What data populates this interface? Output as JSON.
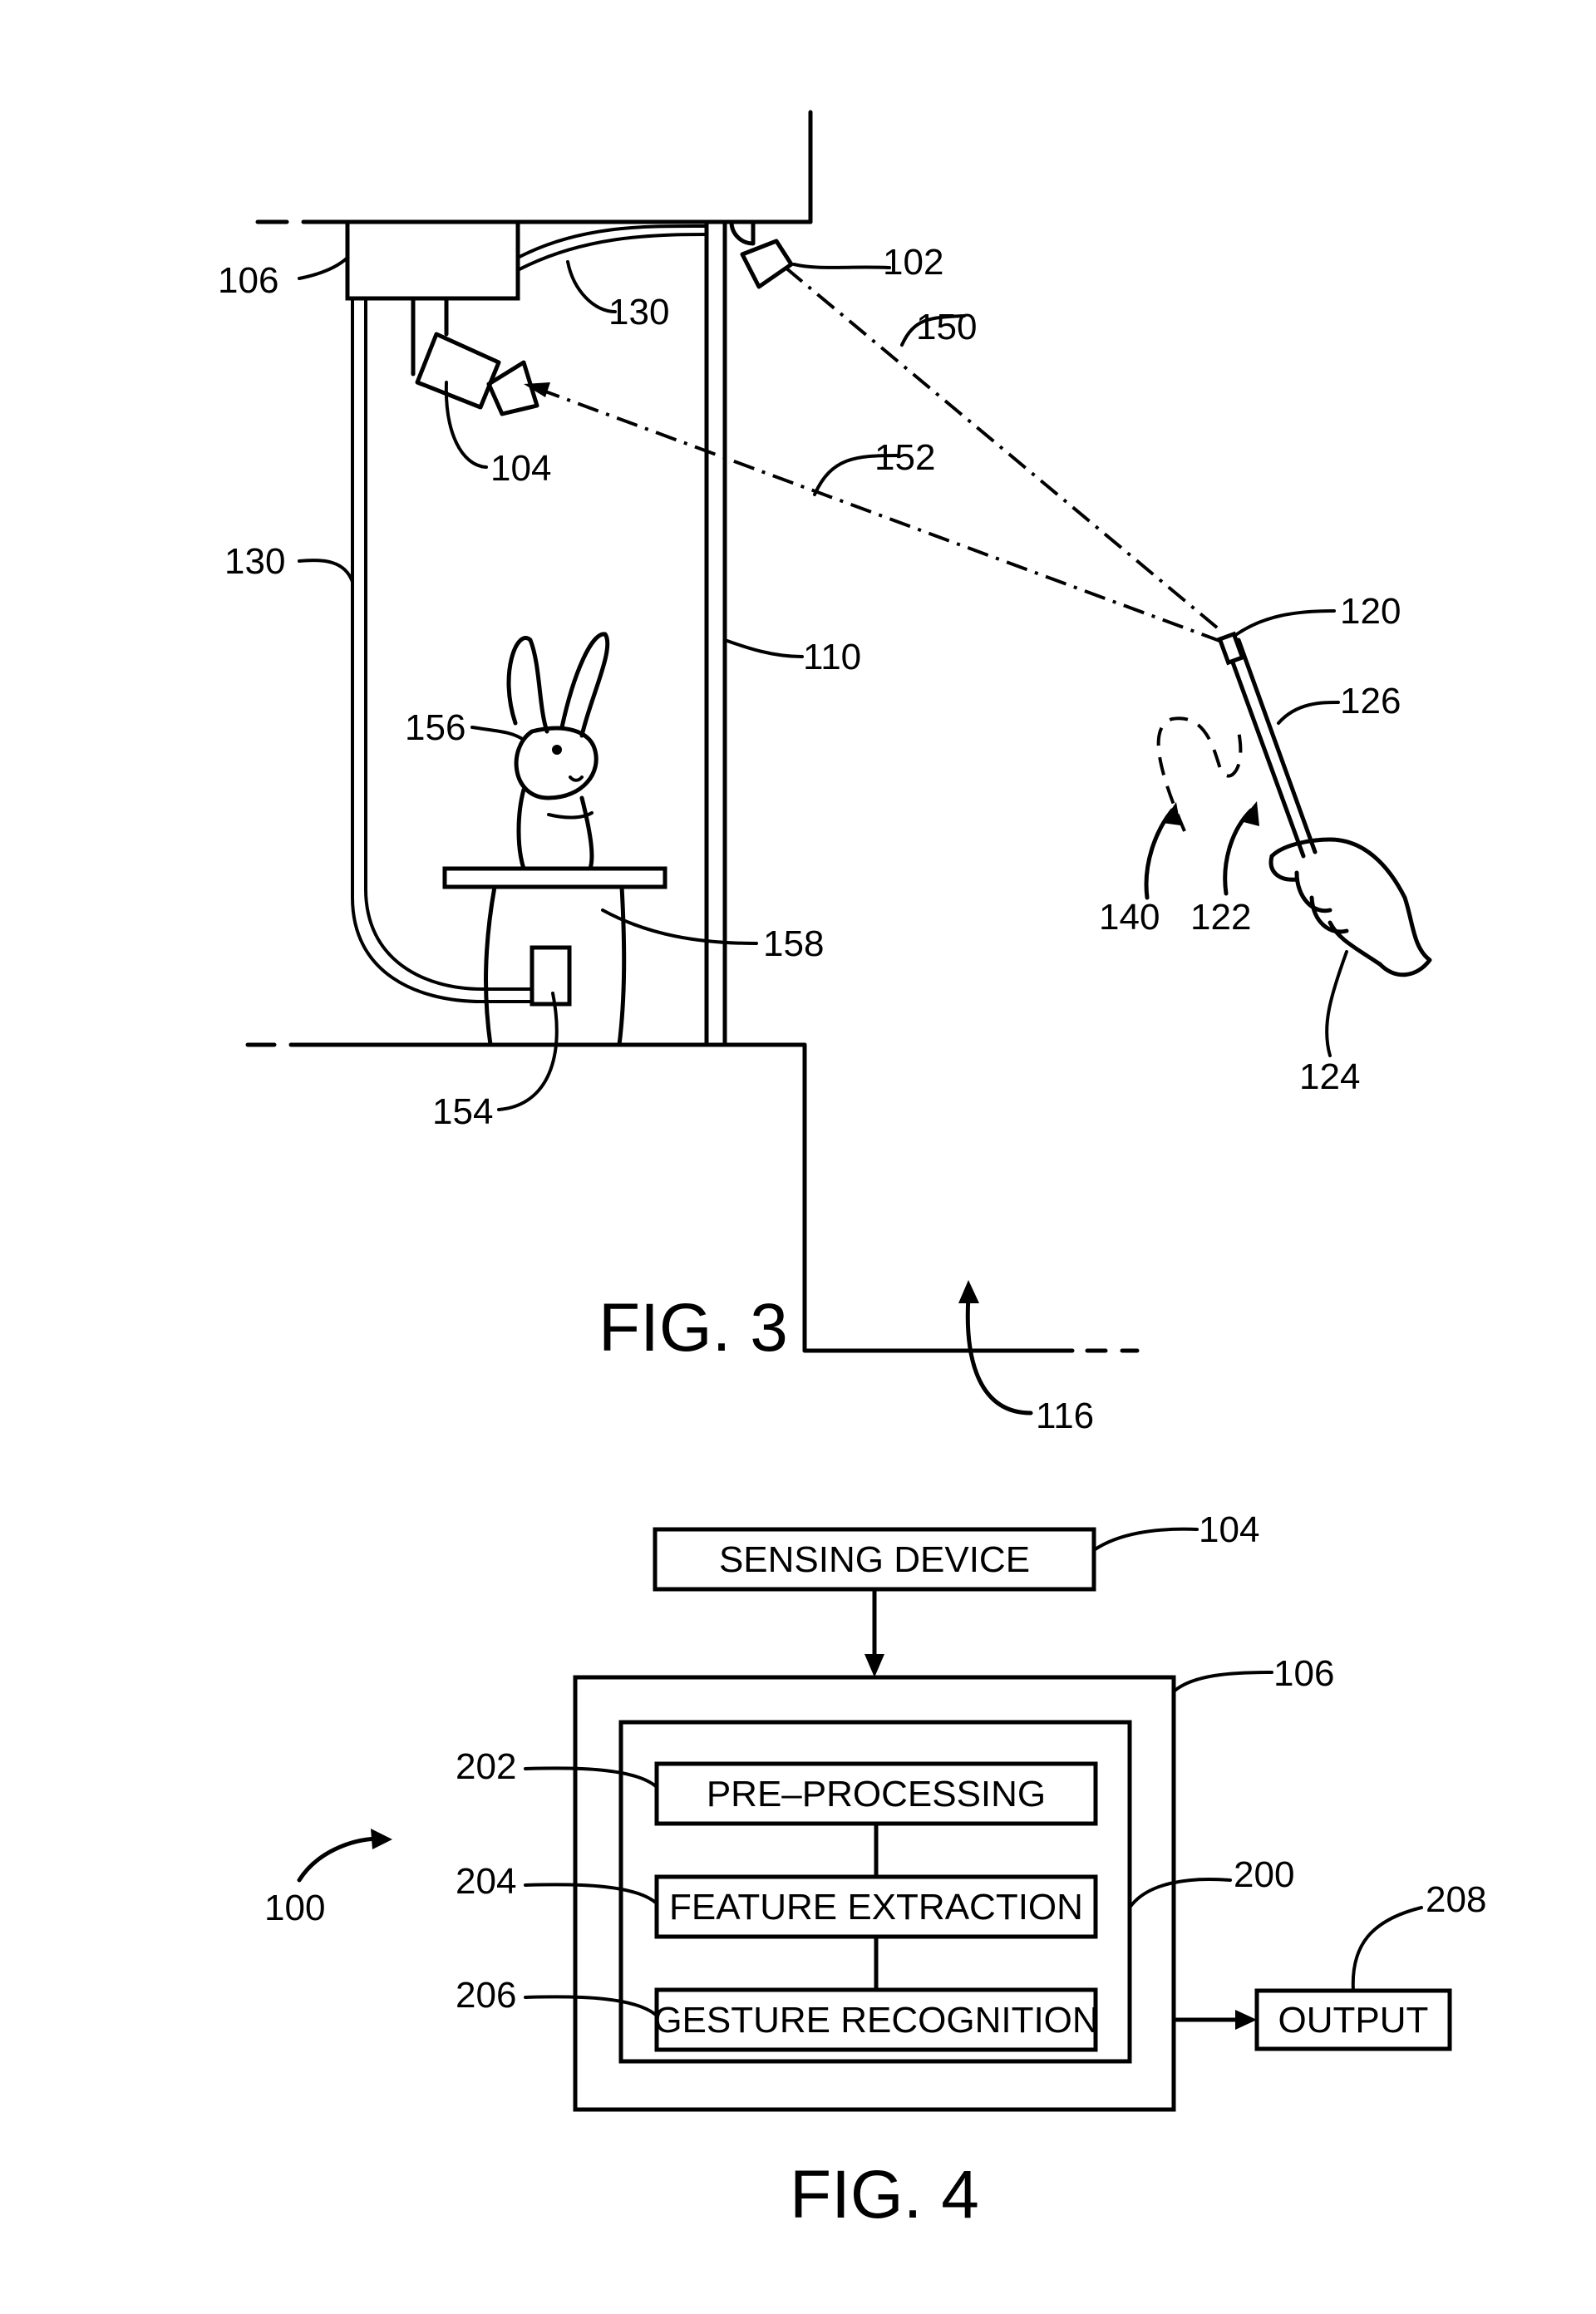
{
  "fig3": {
    "caption": "FIG. 3",
    "refs": {
      "r102": "102",
      "r104": "104",
      "r106": "106",
      "r110": "110",
      "r116": "116",
      "r120": "120",
      "r122": "122",
      "r124": "124",
      "r126": "126",
      "r130a": "130",
      "r130b": "130",
      "r140": "140",
      "r150": "150",
      "r152": "152",
      "r154": "154",
      "r156": "156",
      "r158": "158"
    }
  },
  "fig4": {
    "caption": "FIG. 4",
    "boxes": {
      "sensing": "SENSING  DEVICE",
      "preprocessing": "PRE–PROCESSING",
      "feature": "FEATURE  EXTRACTION",
      "gesture": "GESTURE  RECOGNITION",
      "output": "OUTPUT"
    },
    "refs": {
      "r100": "100",
      "r104": "104",
      "r106": "106",
      "r200": "200",
      "r202": "202",
      "r204": "204",
      "r206": "206",
      "r208": "208"
    }
  }
}
